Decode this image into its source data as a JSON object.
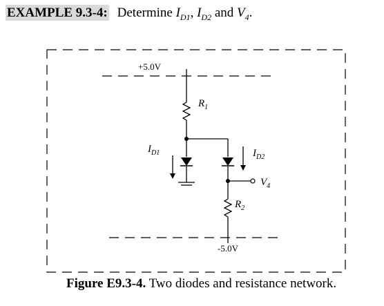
{
  "header": {
    "example_label": "EXAMPLE 9.3-4:",
    "task_prefix": "Determine",
    "i_sym": "I",
    "id1_sub": "D1",
    "sep": ",",
    "id2_sub": "D2",
    "and_word": "and",
    "v_sym": "V",
    "v4_sub": "4",
    "end": "."
  },
  "circuit": {
    "supply_pos": "+5.0V",
    "supply_neg": "-5.0V",
    "r1_sym": "R",
    "r1_sub": "1",
    "r2_sym": "R",
    "r2_sub": "2",
    "id1_sym": "I",
    "id1_sub": "D1",
    "id2_sym": "I",
    "id2_sub": "D2",
    "v4_sym": "V",
    "v4_sub": "4"
  },
  "caption": {
    "figure_label": "Figure E9.3-4.",
    "text": "Two diodes and resistance network."
  }
}
